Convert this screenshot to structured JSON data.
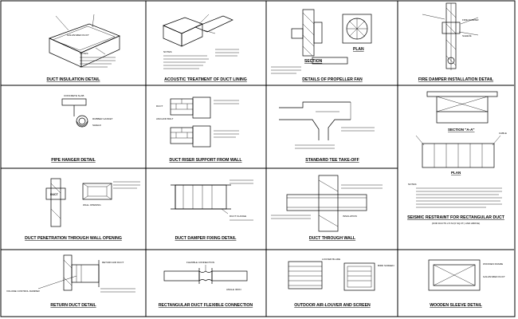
{
  "sheet": {
    "cells": [
      {
        "id": "duct-insulation",
        "caption": "DUCT INSULATION DETAIL"
      },
      {
        "id": "acoustic-lining",
        "caption": "ACOUSTIC TREATMENT OF DUCT LINING"
      },
      {
        "id": "propeller-fan",
        "caption": "DETAILS OF PROPELLER FAN"
      },
      {
        "id": "fire-damper",
        "caption": "FIRE DAMPER INSTALLATION DETAIL"
      },
      {
        "id": "pipe-hanger",
        "caption": "PIPE HANGER DETAIL"
      },
      {
        "id": "duct-riser",
        "caption": "DUCT RISER SUPPORT FROM WALL"
      },
      {
        "id": "take-off",
        "caption": "STANDARD TEE TAKE-OFF"
      },
      {
        "id": "seismic-restraint",
        "caption": "SEISMIC RESTRAINT FOR RECTANGULAR DUCT",
        "subcaption": "(FOR DUCTS 2.5 M (6 SQ.FT.) AND ABOVE)"
      },
      {
        "id": "wall-penetration",
        "caption": "DUCT PENETRATION THROUGH WALL OPENING"
      },
      {
        "id": "damper-fixing",
        "caption": "DUCT DAMPER FIXING DETAIL"
      },
      {
        "id": "duct-through-wall",
        "caption": "DUCT THROUGH WALL"
      },
      {
        "id": "return-duct",
        "caption": "RETURN DUCT DETAIL"
      },
      {
        "id": "flexible-connection",
        "caption": "RECTANGULAR DUCT FLEXIBLE CONNECTION"
      },
      {
        "id": "louver-screen",
        "caption": "OUTDOOR AIR-LOUVER AND SCREEN"
      },
      {
        "id": "wooden-sleeve",
        "caption": "WOODEN SLEEVE DETAIL"
      }
    ],
    "labels": {
      "section": "SECTION",
      "plan": "PLAN",
      "section_aa": "SECTION \"A-A\"",
      "plan2": "PLAN",
      "duct": "DUCT",
      "anchor_bolt": "ANCHOR BOLT",
      "galvanized_duct": "GALVANIZED DUCT",
      "notes": "NOTES:",
      "rubber_gasket": "RUBBER GASKET",
      "concrete_slab": "CONCRETE SLAB",
      "shield": "SHIELD",
      "fire_damper": "FIRE DAMPER",
      "sleeve": "SLEEVE",
      "flexible_conn": "FLEXIBLE CONNECTION",
      "angle_iron": "ANGLE IRON",
      "duct_flange": "DUCT FLANGE",
      "return_air_duct": "RETURN AIR DUCT",
      "volume_control": "VOLUME CONTROL DAMPER",
      "wooden_frame": "WOODEN FRAME",
      "louver_blade": "LOUVER BLADE",
      "bird_screen": "BIRD SCREEN",
      "wall_opening": "WALL OPENING",
      "insulation": "INSULATION",
      "cable": "CABLE"
    }
  }
}
